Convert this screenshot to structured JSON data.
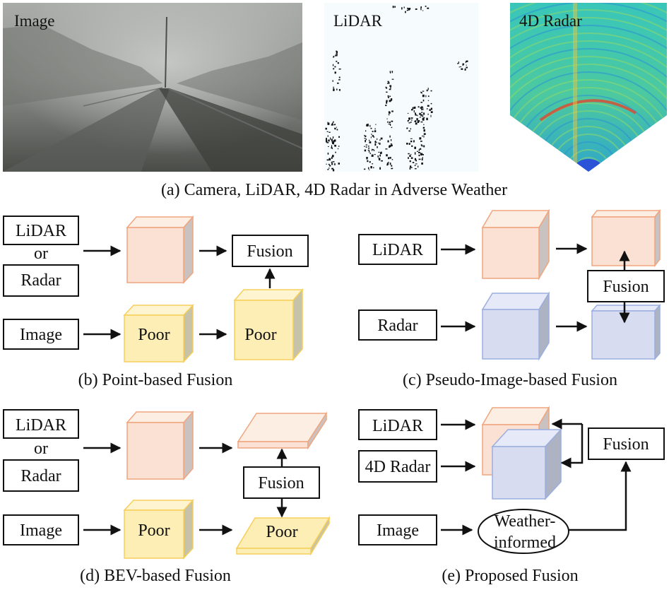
{
  "panel_a": {
    "image_label": "Image",
    "lidar_label": "LiDAR",
    "radar_label": "4D Radar",
    "caption": "(a) Camera, LiDAR, 4D Radar in Adverse Weather"
  },
  "panel_b": {
    "lidar": "LiDAR",
    "or": "or",
    "radar": "Radar",
    "image": "Image",
    "poor1": "Poor",
    "poor2": "Poor",
    "fusion": "Fusion",
    "caption": "(b) Point-based Fusion"
  },
  "panel_c": {
    "lidar": "LiDAR",
    "radar": "Radar",
    "fusion": "Fusion",
    "caption": "(c) Pseudo-Image-based Fusion"
  },
  "panel_d": {
    "lidar": "LiDAR",
    "or": "or",
    "radar": "Radar",
    "image": "Image",
    "poor1": "Poor",
    "poor2": "Poor",
    "fusion": "Fusion",
    "caption": "(d) BEV-based Fusion"
  },
  "panel_e": {
    "lidar": "LiDAR",
    "radar4d": "4D Radar",
    "image": "Image",
    "weather_line1": "Weather-",
    "weather_line2": "informed",
    "fusion": "Fusion",
    "caption": "(e) Proposed Fusion"
  },
  "colors": {
    "orange_face": "#fbe1d3",
    "orange_top": "#fdeee4",
    "orange_side": "#c9c2c0",
    "orange_edge": "#f0a57e",
    "yellow_face": "#fdeeb6",
    "yellow_top": "#fef4cf",
    "yellow_side": "#c7c3a8",
    "yellow_edge": "#f6cf5a",
    "blue_face": "#d7dcf1",
    "blue_top": "#e6e9f7",
    "blue_side": "#aeb3c3",
    "blue_edge": "#9aaee0"
  }
}
